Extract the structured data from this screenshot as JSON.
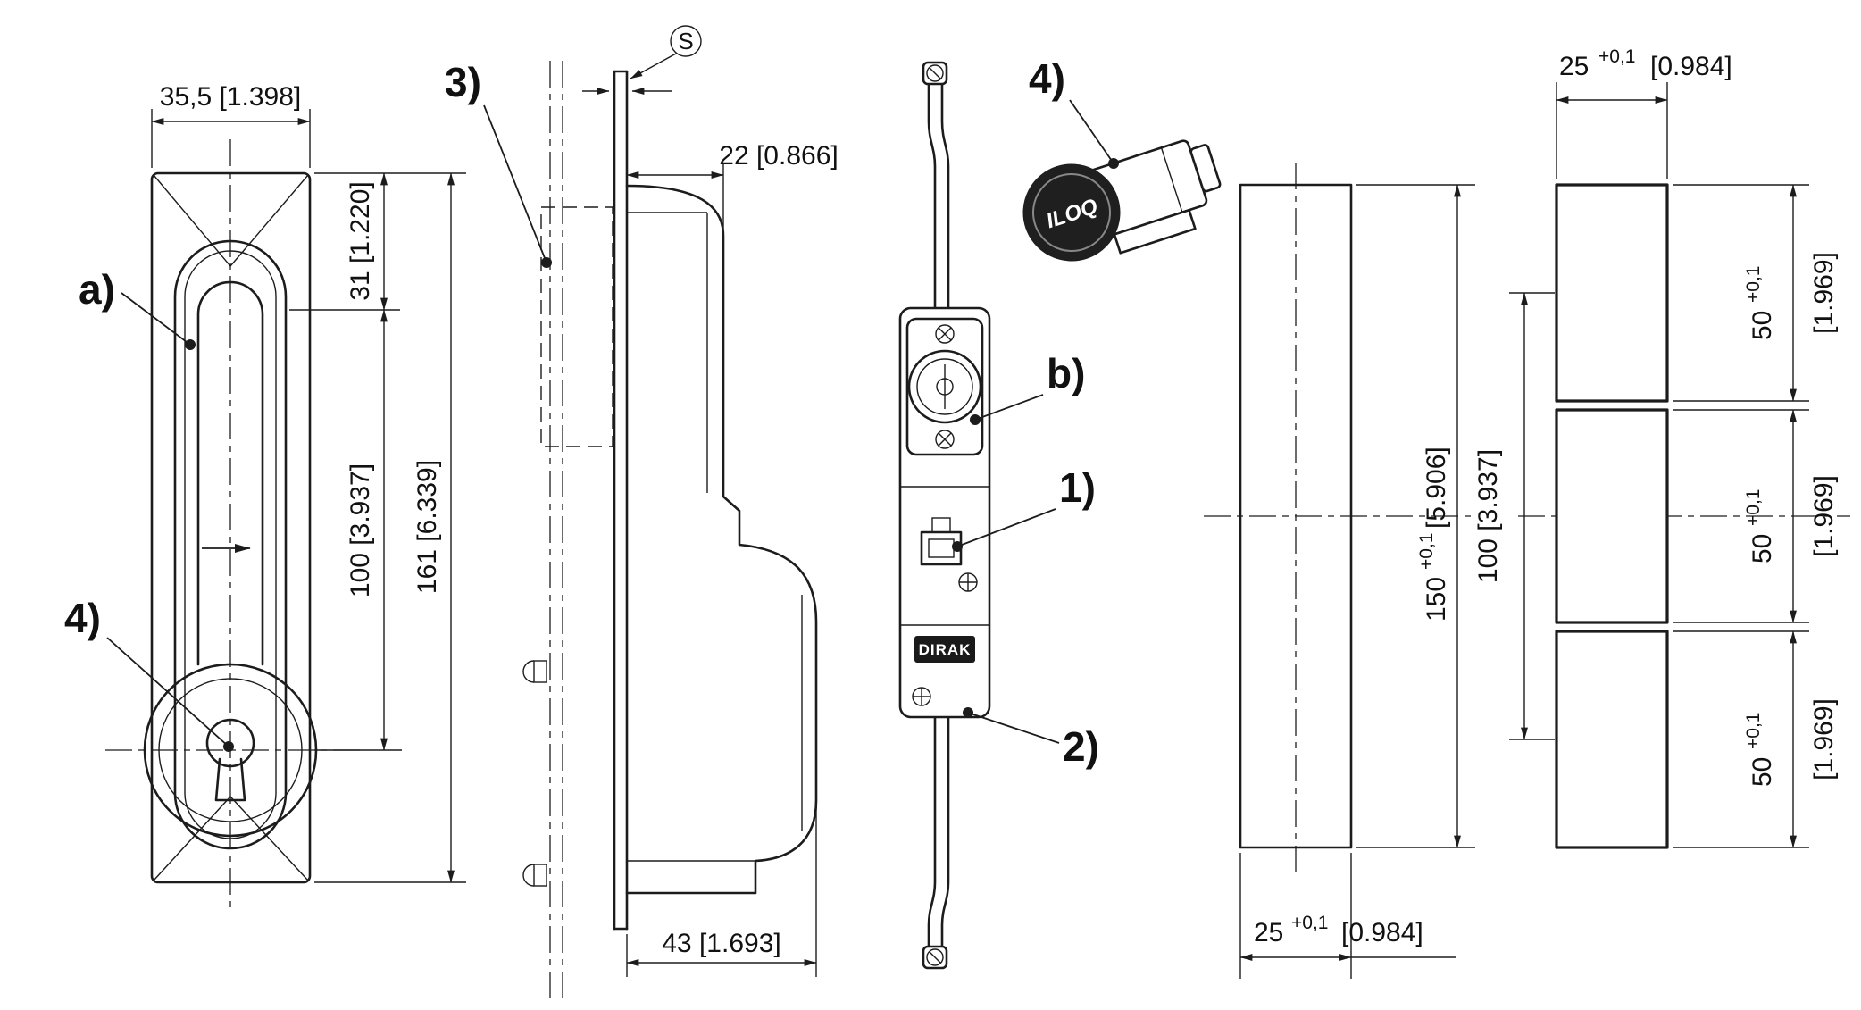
{
  "front": {
    "dim_width": "35,5 [1.398]",
    "dim_top": "31 [1.220]",
    "dim_center": "100 [3.937]",
    "dim_height": "161 [6.339]",
    "label_a": "a)",
    "label_4": "4)"
  },
  "side": {
    "dim_depth_front": "22 [0.866]",
    "dim_depth_total": "43 [1.693]",
    "label_3": "3)",
    "label_s": "S"
  },
  "rear": {
    "label_4": "4)",
    "label_b": "b)",
    "label_1": "1)",
    "label_2": "2)",
    "cylinder_brand": "ILOQ",
    "body_brand": "DIRAK"
  },
  "cutout": {
    "height_value": "150",
    "height_tol": "+0,1",
    "height_inch": "[5.906]",
    "centers": "100 [3.937]",
    "width_value": "25",
    "width_tol": "+0,1",
    "width_inch": "[0.984]"
  },
  "holes": {
    "width_value": "25",
    "width_tol": "+0,1",
    "width_inch": "[0.984]",
    "pitch_value": "50",
    "pitch_tol": "+0,1",
    "pitch_inch": "[1.969]"
  }
}
